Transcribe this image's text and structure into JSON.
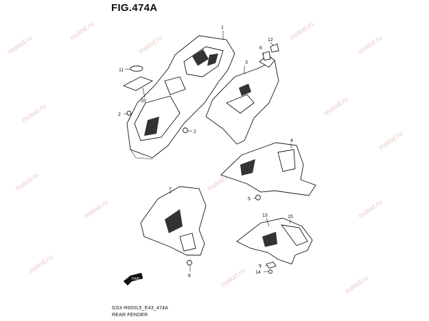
{
  "header": {
    "figure_title": "FIG.474A"
  },
  "footer": {
    "model_code": "GSX-R600L5_E43_474A",
    "section_name": "REAR FENDER"
  },
  "watermark": {
    "text": "motod.ru"
  },
  "callouts": {
    "c1": "1",
    "c2a": "2",
    "c2b": "2",
    "c3": "3",
    "c4": "4",
    "c5": "5",
    "c6": "6",
    "c7": "7",
    "c8": "8",
    "c9": "9",
    "c10": "10",
    "c11": "11",
    "c12": "12",
    "c13": "13",
    "c14": "14",
    "c15": "15"
  },
  "front_arrow": {
    "label": "FWD"
  },
  "colors": {
    "line": "#111111",
    "watermark": "#e9c9c4",
    "background": "#ffffff"
  }
}
